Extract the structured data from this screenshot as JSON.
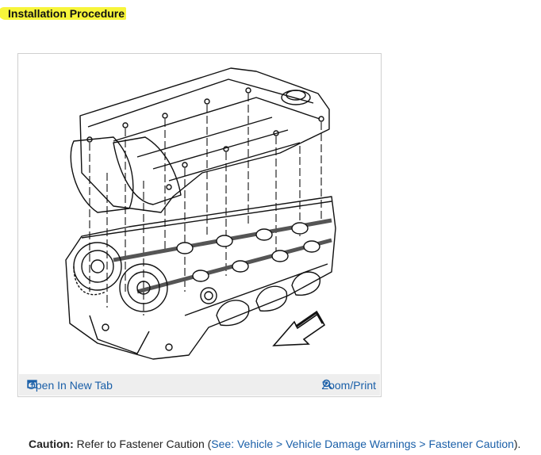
{
  "heading": {
    "text": "Installation Procedure"
  },
  "figure": {
    "open_tab_label": "Open In New Tab",
    "zoom_label": "Zoom/Print",
    "open_tab_icon": "open-new-tab-icon",
    "zoom_icon": "magnifier-plus-icon"
  },
  "caution": {
    "label": "Caution:",
    "text": "Refer to Fastener Caution (",
    "link": "See: Vehicle > Vehicle Damage Warnings > Fastener Caution",
    "suffix": ")."
  },
  "colors": {
    "link": "#1a5fa8",
    "highlight": "#f7f53a",
    "bar": "#eeeeee"
  }
}
